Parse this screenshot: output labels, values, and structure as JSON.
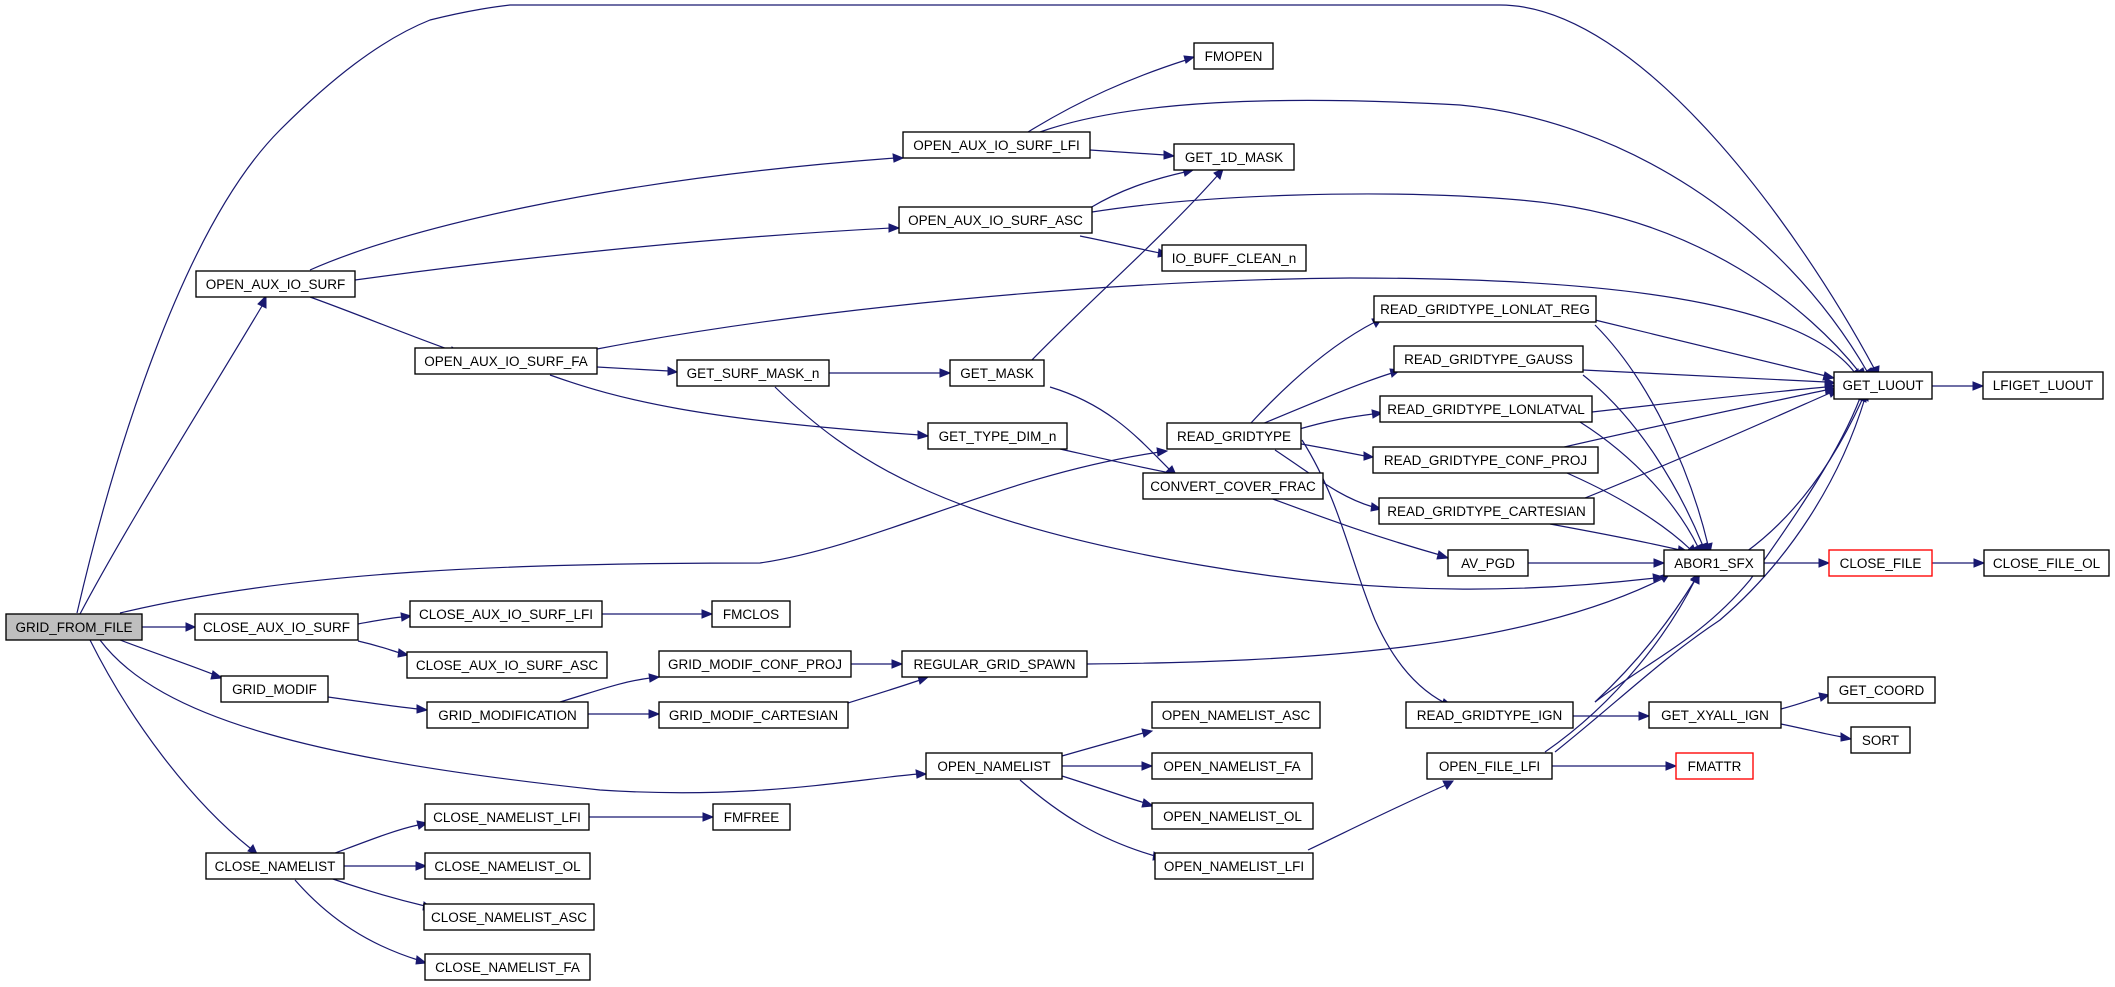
{
  "diagram": {
    "type": "call-graph",
    "colors": {
      "edge": "#191970",
      "node_border": "#000000",
      "root_fill": "#bfbfbf",
      "truncated_border": "#ff0000",
      "background": "#ffffff"
    },
    "nodes": {
      "grid_from_file": "GRID_FROM_FILE",
      "open_aux_io_surf": "OPEN_AUX_IO_SURF",
      "open_aux_io_surf_lfi": "OPEN_AUX_IO_SURF_LFI",
      "open_aux_io_surf_asc": "OPEN_AUX_IO_SURF_ASC",
      "open_aux_io_surf_fa": "OPEN_AUX_IO_SURF_FA",
      "fmopen": "FMOPEN",
      "get_1d_mask": "GET_1D_MASK",
      "io_buff_clean_n": "IO_BUFF_CLEAN_n",
      "get_surf_mask_n": "GET_SURF_MASK_n",
      "get_mask": "GET_MASK",
      "get_type_dim_n": "GET_TYPE_DIM_n",
      "convert_cover_frac": "CONVERT_COVER_FRAC",
      "read_gridtype": "READ_GRIDTYPE",
      "read_gridtype_lonlat_reg": "READ_GRIDTYPE_LONLAT_REG",
      "read_gridtype_gauss": "READ_GRIDTYPE_GAUSS",
      "read_gridtype_lonlatval": "READ_GRIDTYPE_LONLATVAL",
      "read_gridtype_conf_proj": "READ_GRIDTYPE_CONF_PROJ",
      "read_gridtype_cartesian": "READ_GRIDTYPE_CARTESIAN",
      "read_gridtype_ign": "READ_GRIDTYPE_IGN",
      "get_luout": "GET_LUOUT",
      "lfiget_luout": "LFIGET_LUOUT",
      "abor1_sfx": "ABOR1_SFX",
      "close_file": "CLOSE_FILE",
      "close_file_ol": "CLOSE_FILE_OL",
      "av_pgd": "AV_PGD",
      "close_aux_io_surf": "CLOSE_AUX_IO_SURF",
      "close_aux_io_surf_lfi": "CLOSE_AUX_IO_SURF_LFI",
      "close_aux_io_surf_asc": "CLOSE_AUX_IO_SURF_ASC",
      "fmclos": "FMCLOS",
      "grid_modif": "GRID_MODIF",
      "grid_modification": "GRID_MODIFICATION",
      "grid_modif_conf_proj": "GRID_MODIF_CONF_PROJ",
      "grid_modif_cartesian": "GRID_MODIF_CARTESIAN",
      "regular_grid_spawn": "REGULAR_GRID_SPAWN",
      "get_xyall_ign": "GET_XYALL_IGN",
      "get_coord": "GET_COORD",
      "sort": "SORT",
      "open_file_lfi": "OPEN_FILE_LFI",
      "fmattr": "FMATTR",
      "open_namelist": "OPEN_NAMELIST",
      "open_namelist_asc": "OPEN_NAMELIST_ASC",
      "open_namelist_fa": "OPEN_NAMELIST_FA",
      "open_namelist_ol": "OPEN_NAMELIST_OL",
      "open_namelist_lfi": "OPEN_NAMELIST_LFI",
      "close_namelist": "CLOSE_NAMELIST",
      "close_namelist_lfi": "CLOSE_NAMELIST_LFI",
      "close_namelist_ol": "CLOSE_NAMELIST_OL",
      "close_namelist_asc": "CLOSE_NAMELIST_ASC",
      "close_namelist_fa": "CLOSE_NAMELIST_FA",
      "fmfree": "FMFREE"
    },
    "edges": [
      [
        "grid_from_file",
        "get_luout"
      ],
      [
        "grid_from_file",
        "open_aux_io_surf"
      ],
      [
        "grid_from_file",
        "read_gridtype"
      ],
      [
        "grid_from_file",
        "close_aux_io_surf"
      ],
      [
        "grid_from_file",
        "grid_modif"
      ],
      [
        "grid_from_file",
        "open_namelist"
      ],
      [
        "grid_from_file",
        "close_namelist"
      ],
      [
        "open_aux_io_surf",
        "open_aux_io_surf_lfi"
      ],
      [
        "open_aux_io_surf",
        "open_aux_io_surf_asc"
      ],
      [
        "open_aux_io_surf",
        "open_aux_io_surf_fa"
      ],
      [
        "open_aux_io_surf_lfi",
        "fmopen"
      ],
      [
        "open_aux_io_surf_lfi",
        "get_1d_mask"
      ],
      [
        "open_aux_io_surf_lfi",
        "get_luout"
      ],
      [
        "open_aux_io_surf_asc",
        "get_1d_mask"
      ],
      [
        "open_aux_io_surf_asc",
        "get_luout"
      ],
      [
        "open_aux_io_surf_asc",
        "io_buff_clean_n"
      ],
      [
        "open_aux_io_surf_fa",
        "get_luout"
      ],
      [
        "open_aux_io_surf_fa",
        "get_surf_mask_n"
      ],
      [
        "open_aux_io_surf_fa",
        "get_type_dim_n"
      ],
      [
        "get_surf_mask_n",
        "get_mask"
      ],
      [
        "get_surf_mask_n",
        "abor1_sfx"
      ],
      [
        "get_mask",
        "get_1d_mask"
      ],
      [
        "get_mask",
        "convert_cover_frac"
      ],
      [
        "get_type_dim_n",
        "convert_cover_frac"
      ],
      [
        "convert_cover_frac",
        "av_pgd"
      ],
      [
        "av_pgd",
        "abor1_sfx"
      ],
      [
        "read_gridtype",
        "read_gridtype_lonlat_reg"
      ],
      [
        "read_gridtype",
        "read_gridtype_gauss"
      ],
      [
        "read_gridtype",
        "read_gridtype_lonlatval"
      ],
      [
        "read_gridtype",
        "read_gridtype_conf_proj"
      ],
      [
        "read_gridtype",
        "read_gridtype_cartesian"
      ],
      [
        "read_gridtype",
        "read_gridtype_ign"
      ],
      [
        "read_gridtype_lonlat_reg",
        "get_luout"
      ],
      [
        "read_gridtype_lonlat_reg",
        "abor1_sfx"
      ],
      [
        "read_gridtype_gauss",
        "get_luout"
      ],
      [
        "read_gridtype_gauss",
        "abor1_sfx"
      ],
      [
        "read_gridtype_lonlatval",
        "get_luout"
      ],
      [
        "read_gridtype_lonlatval",
        "abor1_sfx"
      ],
      [
        "read_gridtype_conf_proj",
        "get_luout"
      ],
      [
        "read_gridtype_conf_proj",
        "abor1_sfx"
      ],
      [
        "read_gridtype_cartesian",
        "get_luout"
      ],
      [
        "read_gridtype_cartesian",
        "abor1_sfx"
      ],
      [
        "read_gridtype_ign",
        "get_luout"
      ],
      [
        "read_gridtype_ign",
        "abor1_sfx"
      ],
      [
        "read_gridtype_ign",
        "get_xyall_ign"
      ],
      [
        "get_luout",
        "lfiget_luout"
      ],
      [
        "abor1_sfx",
        "get_luout"
      ],
      [
        "abor1_sfx",
        "close_file"
      ],
      [
        "close_file",
        "close_file_ol"
      ],
      [
        "close_aux_io_surf",
        "close_aux_io_surf_lfi"
      ],
      [
        "close_aux_io_surf",
        "close_aux_io_surf_asc"
      ],
      [
        "close_aux_io_surf_lfi",
        "fmclos"
      ],
      [
        "grid_modif",
        "grid_modification"
      ],
      [
        "grid_modification",
        "grid_modif_conf_proj"
      ],
      [
        "grid_modification",
        "grid_modif_cartesian"
      ],
      [
        "grid_modif_conf_proj",
        "regular_grid_spawn"
      ],
      [
        "grid_modif_cartesian",
        "regular_grid_spawn"
      ],
      [
        "regular_grid_spawn",
        "abor1_sfx"
      ],
      [
        "get_xyall_ign",
        "get_coord"
      ],
      [
        "get_xyall_ign",
        "sort"
      ],
      [
        "open_namelist",
        "open_namelist_asc"
      ],
      [
        "open_namelist",
        "open_namelist_fa"
      ],
      [
        "open_namelist",
        "open_namelist_ol"
      ],
      [
        "open_namelist",
        "open_namelist_lfi"
      ],
      [
        "open_namelist_lfi",
        "open_file_lfi"
      ],
      [
        "open_file_lfi",
        "get_luout"
      ],
      [
        "open_file_lfi",
        "abor1_sfx"
      ],
      [
        "open_file_lfi",
        "fmattr"
      ],
      [
        "close_namelist",
        "close_namelist_lfi"
      ],
      [
        "close_namelist",
        "close_namelist_ol"
      ],
      [
        "close_namelist",
        "close_namelist_asc"
      ],
      [
        "close_namelist",
        "close_namelist_fa"
      ],
      [
        "close_namelist_lfi",
        "fmfree"
      ]
    ]
  }
}
